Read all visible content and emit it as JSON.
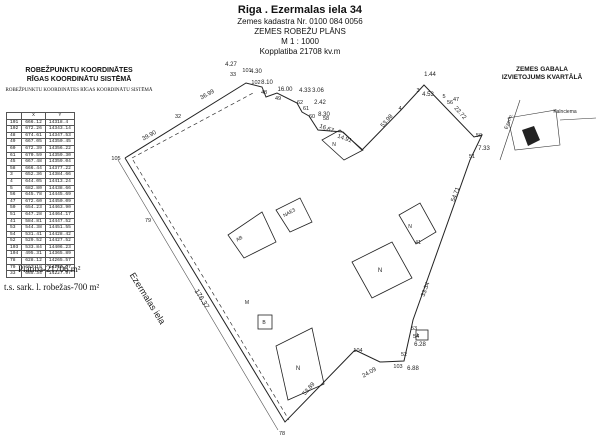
{
  "header": {
    "title": "Riga . Ezermalas iela 34",
    "cadastre": "Zemes kadastra Nr. 0100 084 0056",
    "plan_title": "ZEMES ROBEŽU PLĀNS",
    "scale": "M 1 : 1000",
    "total_area": "Kopplatiba 21708 kv.m"
  },
  "coordinates": {
    "title_line1": "ROBEŽPUNKTU KOORDINĀTES",
    "title_line2": "RĪGAS KOORDINĀTU SISTĒMĀ",
    "subtitle": "ROBEŽPUNKTU KOORDINĀTES RĪGAS KOORDINĀTU SISTĒMĀ",
    "columns": [
      "",
      "X",
      "Y"
    ],
    "rows": [
      [
        "101",
        "666.12",
        "14318.4"
      ],
      [
        "102",
        "672.26",
        "14343.14"
      ],
      [
        "48",
        "674.61",
        "14347.53"
      ],
      [
        "49",
        "667.05",
        "14350.45"
      ],
      [
        "60",
        "672.39",
        "14356.22"
      ],
      [
        "61",
        "670.59",
        "14359.30"
      ],
      [
        "45",
        "667.48",
        "14359.04"
      ],
      [
        "58",
        "666.44",
        "14377.22"
      ],
      [
        "3",
        "652.36",
        "14384.66"
      ],
      [
        "4",
        "644.05",
        "14413.24"
      ],
      [
        "5",
        "682.80",
        "14438.66"
      ],
      [
        "56",
        "645.78",
        "14445.69"
      ],
      [
        "47",
        "672.60",
        "14450.09"
      ],
      [
        "50",
        "654.23",
        "14463.90"
      ],
      [
        "51",
        "647.28",
        "14464.17"
      ],
      [
        "41",
        "584.81",
        "14447.52"
      ],
      [
        "53",
        "544.38",
        "14451.55"
      ],
      [
        "54",
        "531.41",
        "14428.42"
      ],
      [
        "52",
        "529.52",
        "14427.52"
      ],
      [
        "103",
        "533.84",
        "14406.23"
      ],
      [
        "104",
        "495.31",
        "14365.89"
      ],
      [
        "78",
        "628.12",
        "14265.57"
      ],
      [
        "79",
        "662.18",
        "14248.37"
      ],
      [
        "33",
        "665.34",
        "14227.97"
      ]
    ]
  },
  "area_note": "Platiba-21706 m²",
  "servitude_note": "t.s. sark. l. robežas-700 m²",
  "location": {
    "title_line1": "ZEMES GABALA",
    "title_line2": "IZVIETOJUMS KVARTĀLĀ",
    "street1": "Ezerm.",
    "street2": "Kalnciema"
  },
  "map": {
    "street_label": "Ezermalas iela",
    "frontage": "176.37",
    "distances": {
      "d1": "39.90",
      "d2": "4.27",
      "d3": "36.99",
      "d4": "4.30",
      "d5": "8.10",
      "d6": "16.00",
      "d7": "4.33",
      "d8": "3.06",
      "d9": "2.42",
      "d10": "8.30",
      "d11": "16.67",
      "d12": "14.91",
      "d13": "53.98",
      "d14": "1.44",
      "d15": "4.53",
      "d16": "22.72",
      "d17": "7.33",
      "d18": "54.71",
      "d19": "33.34",
      "d20": "6.28",
      "d21": "6.88",
      "d22": "24.09",
      "d23": "53.89"
    },
    "points": {
      "p105": "105",
      "p33": "33",
      "p101": "101",
      "p102": "102",
      "p48": "48",
      "p49": "49",
      "p60": "60",
      "p61": "61",
      "p62": "62",
      "p58": "58",
      "p3": "3",
      "p4": "4",
      "p5": "5",
      "p56": "56",
      "p47": "47",
      "p50": "50",
      "p51": "51",
      "p41": "41",
      "p53": "53",
      "p54": "54",
      "p52": "52",
      "p103": "103",
      "p104": "104",
      "p78": "78",
      "p79": "79",
      "p32": "32"
    },
    "bld_labels": {
      "a": "N",
      "b": "N",
      "c": "N",
      "d": "N",
      "e": "M",
      "f": "AB",
      "g": "NAE3",
      "h": "B",
      "i": "k"
    }
  }
}
